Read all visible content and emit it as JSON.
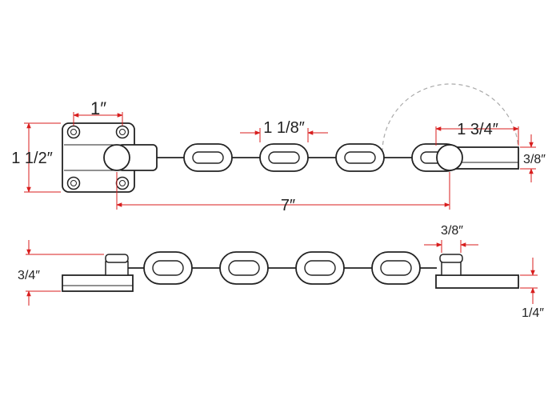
{
  "dimensions": {
    "mount_hole_spacing": "1″",
    "link_length": "1 1/8″",
    "slide_length": "1 3/4″",
    "plate_height": "1 1/2″",
    "slide_width": "3/8″",
    "overall_length": "7″",
    "side_height": "3/4″",
    "knob_width": "3/8″",
    "plate_thickness": "1/4″"
  },
  "colors": {
    "outline": "#222222",
    "dimension_line": "#d81e1e",
    "swing_arc": "#aaaaaa"
  }
}
